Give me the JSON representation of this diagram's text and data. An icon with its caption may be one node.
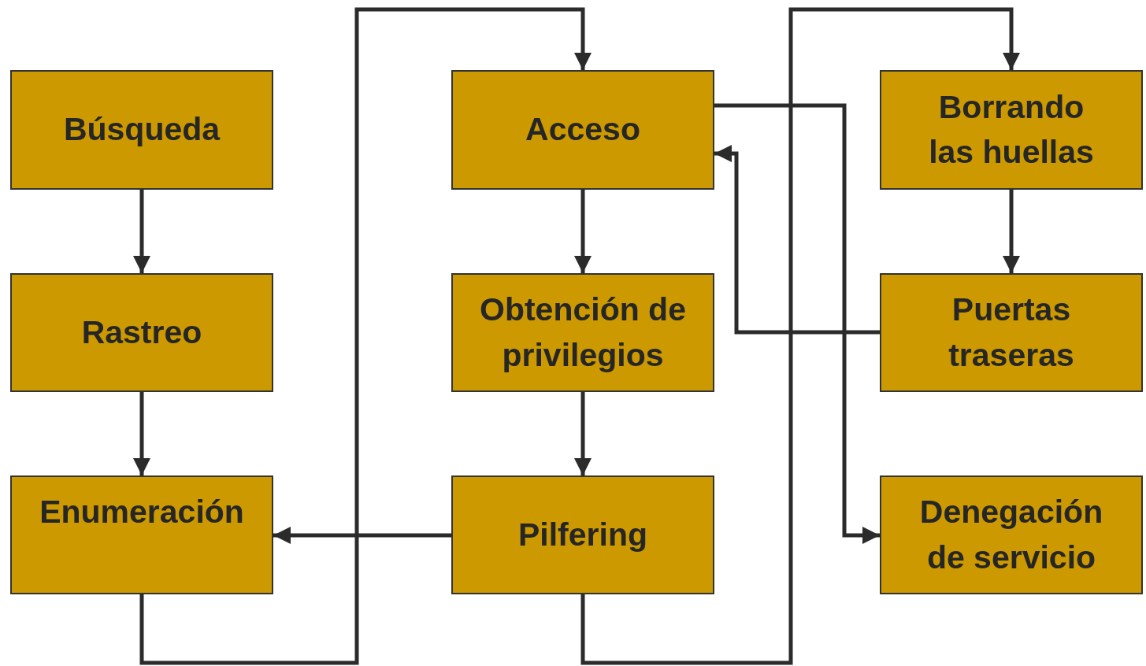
{
  "diagram": {
    "nodes": [
      {
        "text": [
          "Búsqueda"
        ]
      },
      {
        "text": [
          "Rastreo"
        ]
      },
      {
        "text": [
          "Enumeración"
        ]
      },
      {
        "text": [
          "Acceso"
        ]
      },
      {
        "text": [
          "Obtención de privilegios"
        ]
      },
      {
        "text": [
          "Pilfering"
        ]
      },
      {
        "text": [
          "Borrando las huellas"
        ]
      },
      {
        "text": [
          "Puertas traseras"
        ]
      },
      {
        "text": [
          "Denegación de servicio"
        ]
      }
    ],
    "edges": [
      {
        "from": 0,
        "to": 1,
        "arrow": "to"
      },
      {
        "from": 1,
        "to": 2,
        "arrow": "to"
      },
      {
        "from": 2,
        "to": 3,
        "arrow": "to"
      },
      {
        "from": 3,
        "to": 4,
        "arrow": "to"
      },
      {
        "from": 4,
        "to": 5,
        "arrow": "to"
      },
      {
        "from": 5,
        "to": 2,
        "arrow": "to"
      },
      {
        "from": 5,
        "to": 6,
        "arrow": "to"
      },
      {
        "from": 6,
        "to": 7,
        "arrow": "to"
      },
      {
        "from": 7,
        "to": 3,
        "arrow": "to"
      },
      {
        "from": 3,
        "to": 8,
        "arrow": "to"
      }
    ]
  }
}
